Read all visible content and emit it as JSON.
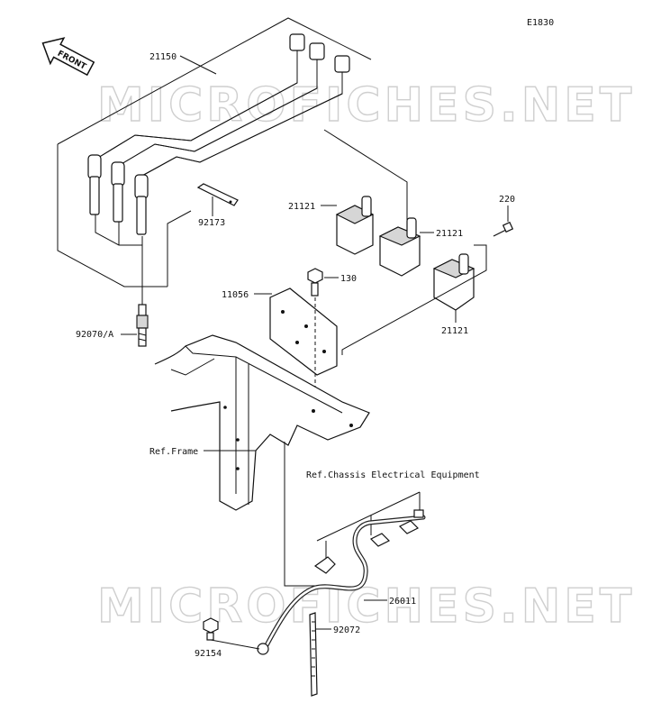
{
  "figure_code": "E1830",
  "front_arrow_label": "FRONT",
  "watermark": "MICROFICHES.NET",
  "parts": {
    "p21150": "21150",
    "p92173": "92173",
    "p21121_left": "21121",
    "p21121_mid": "21121",
    "p21121_low": "21121",
    "p220": "220",
    "p130": "130",
    "p11056": "11056",
    "p92070": "92070/A",
    "p26011": "26011",
    "p92072": "92072",
    "p92154": "92154"
  },
  "references": {
    "frame": "Ref.Frame",
    "chassis": "Ref.Chassis Electrical Equipment"
  }
}
